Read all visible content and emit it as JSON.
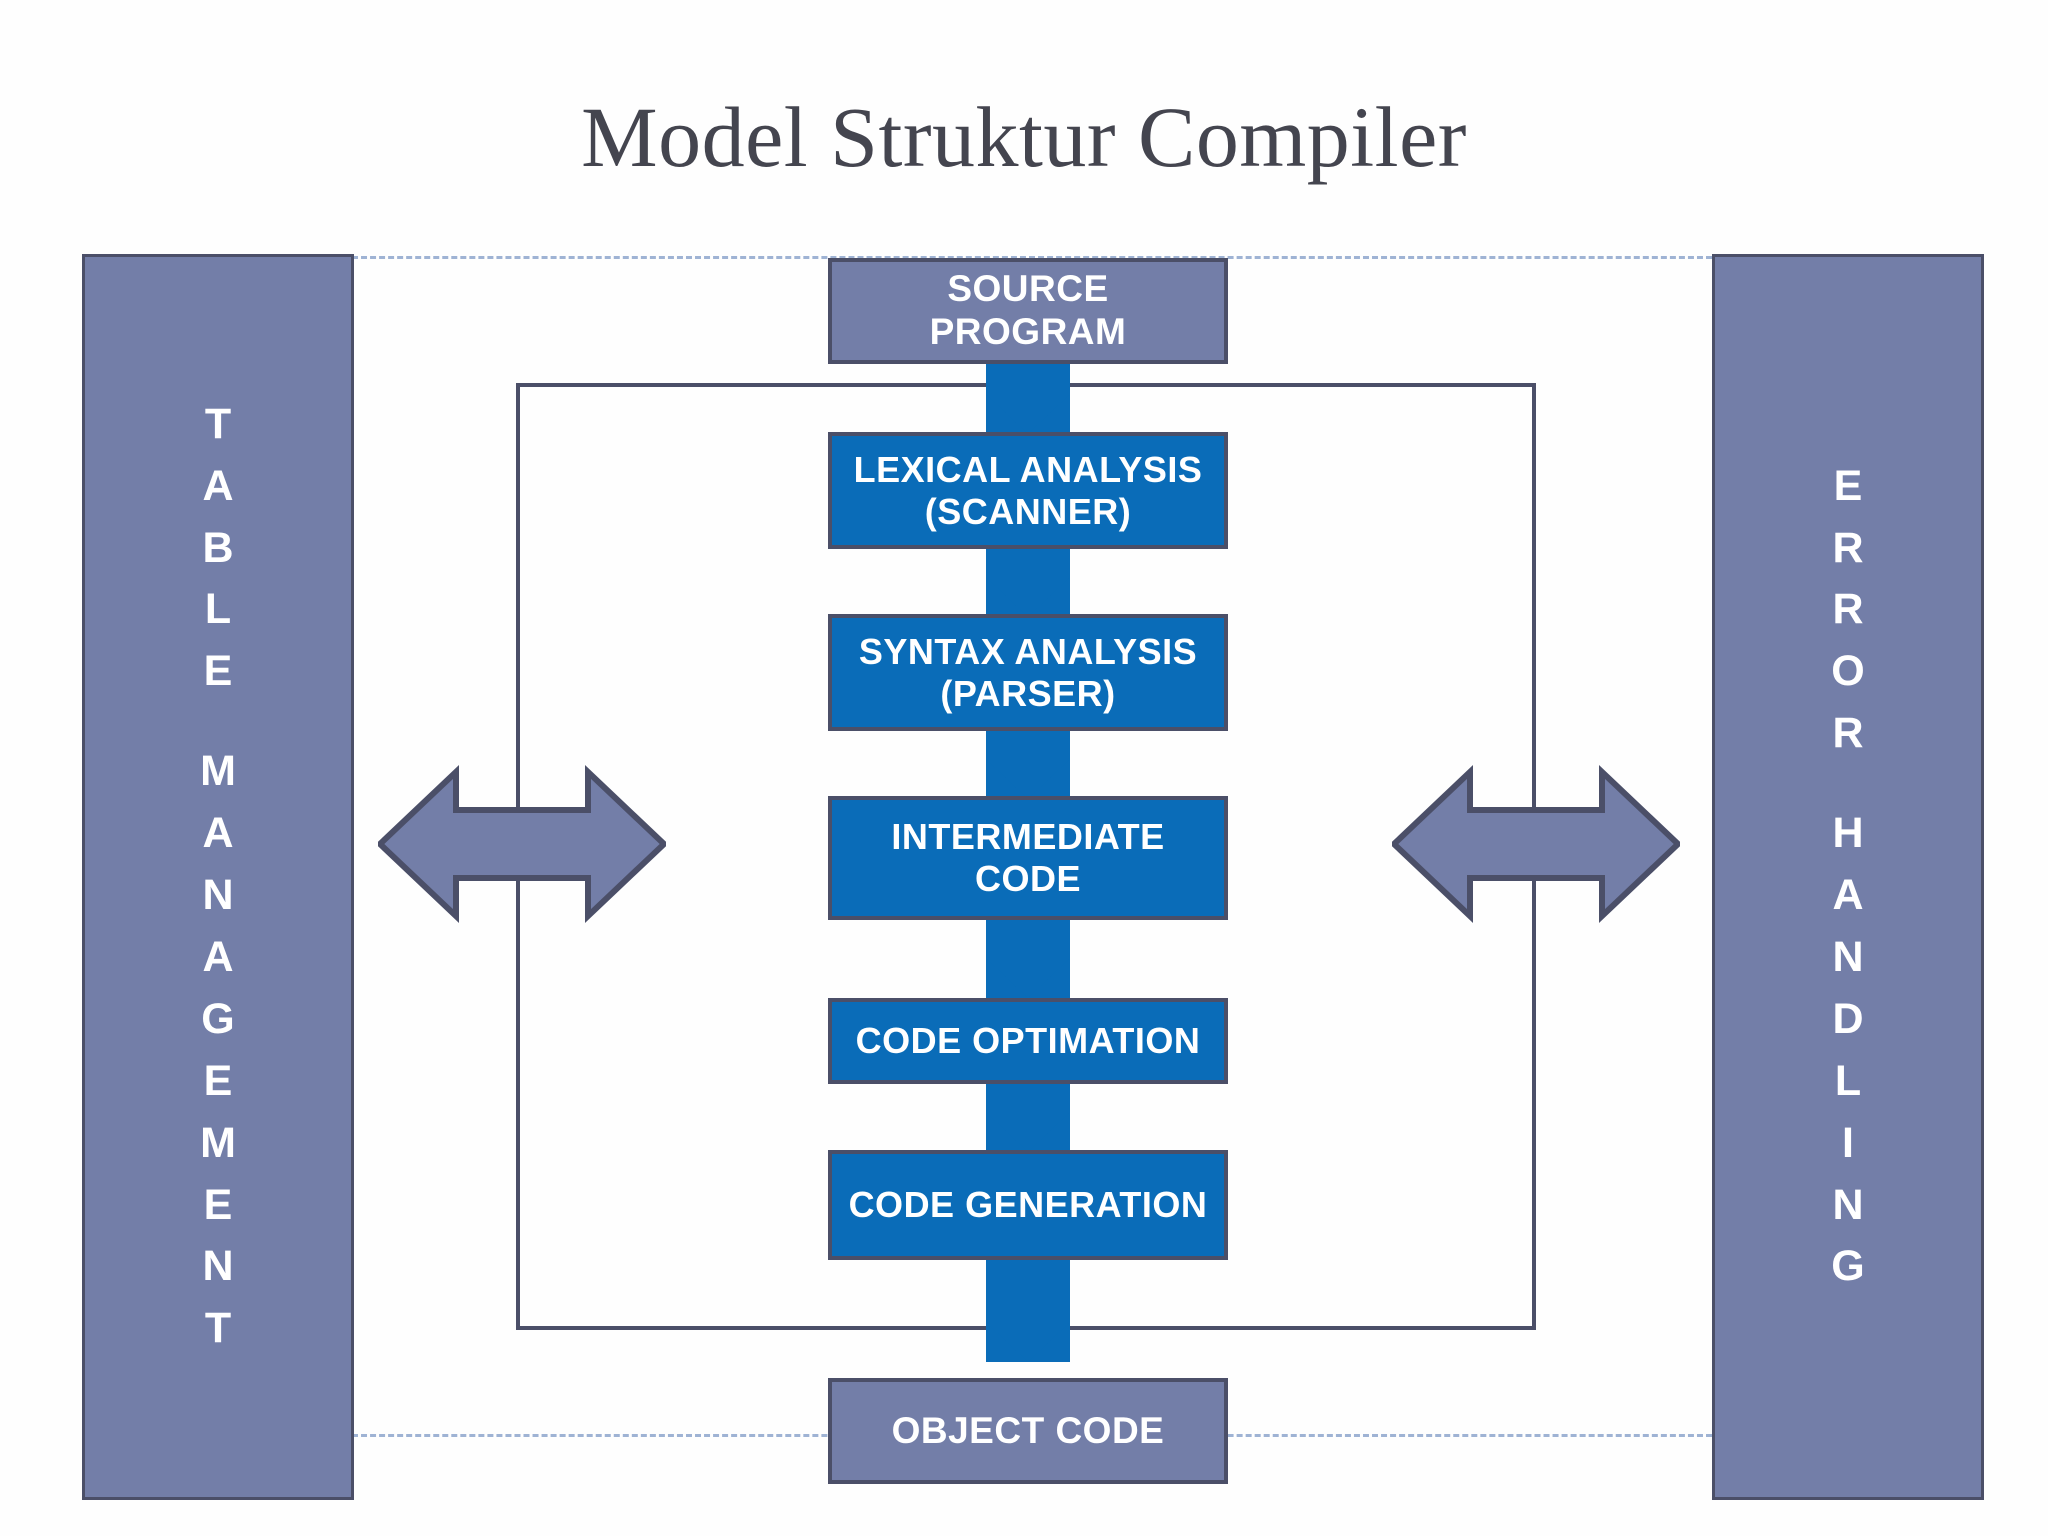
{
  "title": "Model Struktur Compiler",
  "colors": {
    "title_text": "#44454f",
    "slate_fill": "#737ea8",
    "blue_fill": "#0a6cb8",
    "border": "#4b4f68",
    "dashed_line": "#9fb3d4",
    "label_text": "#ffffff",
    "page_background": "#fefefe"
  },
  "left_panel": {
    "name": "table-management-panel",
    "label": "TABLE MANAGEMENT",
    "letters": [
      "T",
      "A",
      "B",
      "L",
      "E",
      "",
      "M",
      "A",
      "N",
      "A",
      "G",
      "E",
      "M",
      "E",
      "N",
      "T"
    ]
  },
  "right_panel": {
    "name": "error-handling-panel",
    "label": "ERROR HANDLING",
    "letters": [
      "E",
      "R",
      "R",
      "O",
      "R",
      "",
      "H",
      "A",
      "N",
      "D",
      "L",
      "I",
      "N",
      "G"
    ]
  },
  "pipeline": {
    "nodes": [
      {
        "id": "source-program",
        "style": "slate",
        "lines": [
          "SOURCE",
          "PROGRAM"
        ]
      },
      {
        "id": "lexical-analysis",
        "style": "blue",
        "lines": [
          "LEXICAL ANALYSIS",
          "(SCANNER)"
        ]
      },
      {
        "id": "syntax-analysis",
        "style": "blue",
        "lines": [
          "SYNTAX ANALYSIS",
          "(PARSER)"
        ]
      },
      {
        "id": "intermediate-code",
        "style": "blue",
        "lines": [
          "INTERMEDIATE",
          "CODE"
        ]
      },
      {
        "id": "code-optimation",
        "style": "blue",
        "lines": [
          "CODE OPTIMATION"
        ]
      },
      {
        "id": "code-generation",
        "style": "blue",
        "lines": [
          "CODE GENERATION"
        ]
      },
      {
        "id": "object-code",
        "style": "slate",
        "lines": [
          "OBJECT CODE"
        ]
      }
    ]
  },
  "connectors": {
    "down_arrows": 6,
    "bidirectional_arrows": 2,
    "feedback_loop": "rectangle-around-pipeline"
  },
  "chart_data": {
    "type": "diagram",
    "title": "Model Struktur Compiler",
    "diagram_kind": "compiler-architecture-flowchart",
    "flow": [
      "SOURCE PROGRAM",
      "LEXICAL ANALYSIS (SCANNER)",
      "SYNTAX ANALYSIS (PARSER)",
      "INTERMEDIATE CODE",
      "CODE OPTIMATION",
      "CODE GENERATION",
      "OBJECT CODE"
    ],
    "side_modules": [
      "TABLE MANAGEMENT",
      "ERROR HANDLING"
    ],
    "edges": [
      {
        "from": "SOURCE PROGRAM",
        "to": "LEXICAL ANALYSIS (SCANNER)",
        "kind": "down-arrow"
      },
      {
        "from": "LEXICAL ANALYSIS (SCANNER)",
        "to": "SYNTAX ANALYSIS (PARSER)",
        "kind": "down-arrow"
      },
      {
        "from": "SYNTAX ANALYSIS (PARSER)",
        "to": "INTERMEDIATE CODE",
        "kind": "down-arrow"
      },
      {
        "from": "INTERMEDIATE CODE",
        "to": "CODE OPTIMATION",
        "kind": "down-arrow"
      },
      {
        "from": "CODE OPTIMATION",
        "to": "CODE GENERATION",
        "kind": "down-arrow"
      },
      {
        "from": "CODE GENERATION",
        "to": "OBJECT CODE",
        "kind": "down-arrow"
      },
      {
        "from": "TABLE MANAGEMENT",
        "to": "pipeline",
        "kind": "bidirectional-arrow"
      },
      {
        "from": "ERROR HANDLING",
        "to": "pipeline",
        "kind": "bidirectional-arrow"
      }
    ]
  }
}
